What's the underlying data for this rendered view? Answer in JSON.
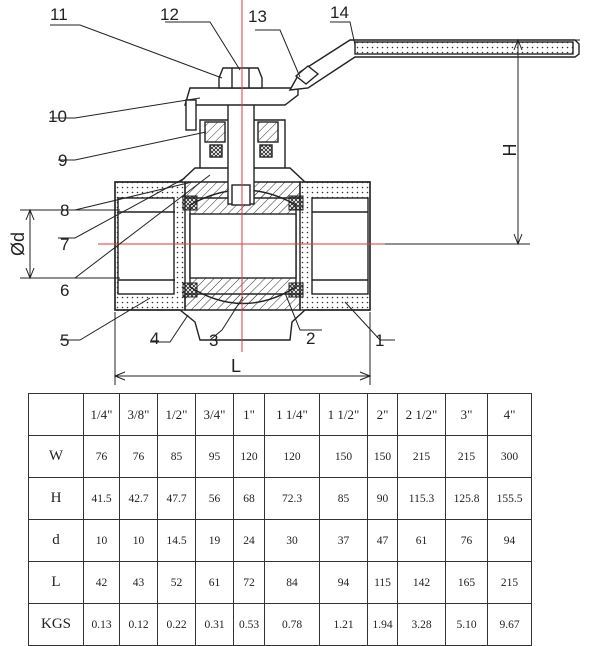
{
  "callouts": [
    "1",
    "2",
    "3",
    "4",
    "5",
    "6",
    "7",
    "8",
    "9",
    "10",
    "11",
    "12",
    "13",
    "14"
  ],
  "dimension_labels": {
    "h": "H",
    "l": "L",
    "d": "Ød"
  },
  "table": {
    "columns": [
      "1/4\"",
      "3/8\"",
      "1/2\"",
      "3/4\"",
      "1\"",
      "1 1/4\"",
      "1 1/2\"",
      "2\"",
      "2 1/2\"",
      "3\"",
      "4\""
    ],
    "rows": [
      {
        "label": "W",
        "values": [
          "76",
          "76",
          "85",
          "95",
          "120",
          "120",
          "150",
          "150",
          "215",
          "215",
          "300"
        ]
      },
      {
        "label": "H",
        "values": [
          "41.5",
          "42.7",
          "47.7",
          "56",
          "68",
          "72.3",
          "85",
          "90",
          "115.3",
          "125.8",
          "155.5"
        ]
      },
      {
        "label": "d",
        "values": [
          "10",
          "10",
          "14.5",
          "19",
          "24",
          "30",
          "37",
          "47",
          "61",
          "76",
          "94"
        ]
      },
      {
        "label": "L",
        "values": [
          "42",
          "43",
          "52",
          "61",
          "72",
          "84",
          "94",
          "115",
          "142",
          "165",
          "215"
        ]
      },
      {
        "label": "KGS",
        "values": [
          "0.13",
          "0.12",
          "0.22",
          "0.31",
          "0.53",
          "0.78",
          "1.21",
          "1.94",
          "3.28",
          "5.10",
          "9.67"
        ]
      }
    ]
  }
}
